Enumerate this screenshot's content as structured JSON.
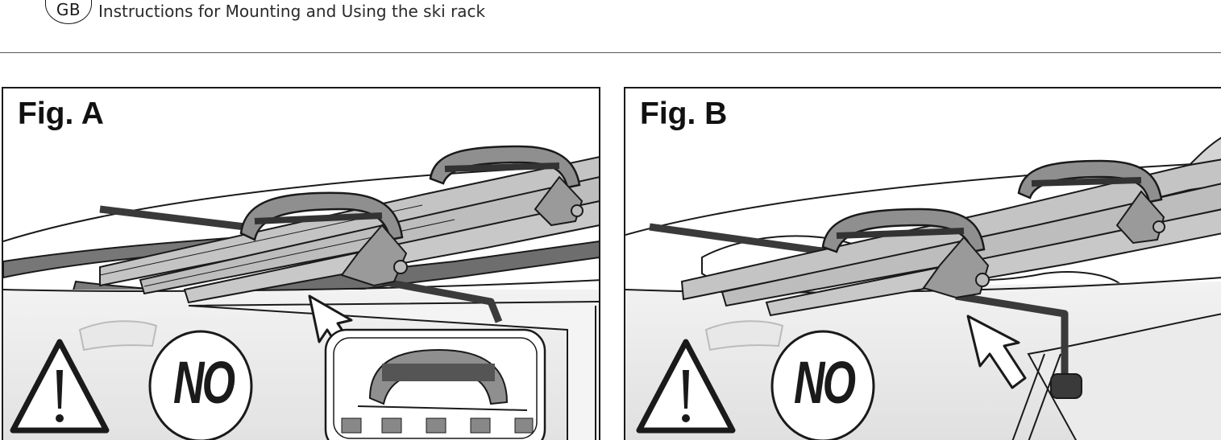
{
  "header": {
    "language_code": "GB",
    "title": "Instructions for Mounting and Using the ski rack"
  },
  "figures": [
    {
      "label": "Fig. A",
      "no_text": "NO"
    },
    {
      "label": "Fig. B",
      "no_text": "NO"
    }
  ],
  "colors": {
    "line": "#1a1a1a",
    "rack_grey": "#8f8f8f",
    "ski_grey": "#c4c4c4",
    "strap": "#3a3a3a"
  },
  "icons": [
    "warning-triangle-icon",
    "arrow-icon",
    "no-sign-icon"
  ]
}
